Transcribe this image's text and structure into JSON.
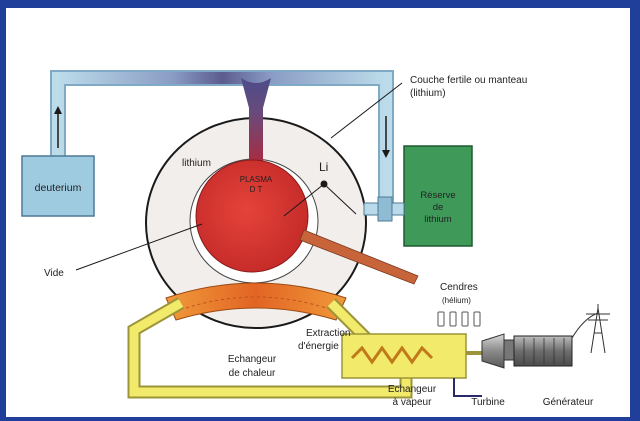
{
  "labels": {
    "couche": "Couche fertile ou manteau",
    "couche2": "(lithium)",
    "deuterium": "deuterium",
    "lithium": "lithium",
    "plasma1": "PLASMA",
    "plasma2": "D T",
    "li": "Li",
    "reserve1": "Réserve",
    "reserve2": "de",
    "reserve3": "lithium",
    "vide": "Vide",
    "cendres1": "Cendres",
    "cendres2": "(hélium)",
    "extraction1": "Extraction",
    "extraction2": "d'énergie",
    "echangeur1": "Echangeur",
    "echangeur2": "de chaleur",
    "echangeurv1": "Echangeur",
    "echangeurv2": "à vapeur",
    "turbine": "Turbine",
    "generateur": "Générateur"
  },
  "colors": {
    "frame": "#1f3f9a",
    "plasma": "#d7332e",
    "blanket": "#f2eeeb",
    "pipe_blue": "#b9dbe9",
    "pipe_yellow": "#f2ea6a",
    "deuterium_box": "#9fcbe1",
    "reserve_box": "#3f9a5a",
    "heat_exchanger": "#e8752c"
  }
}
